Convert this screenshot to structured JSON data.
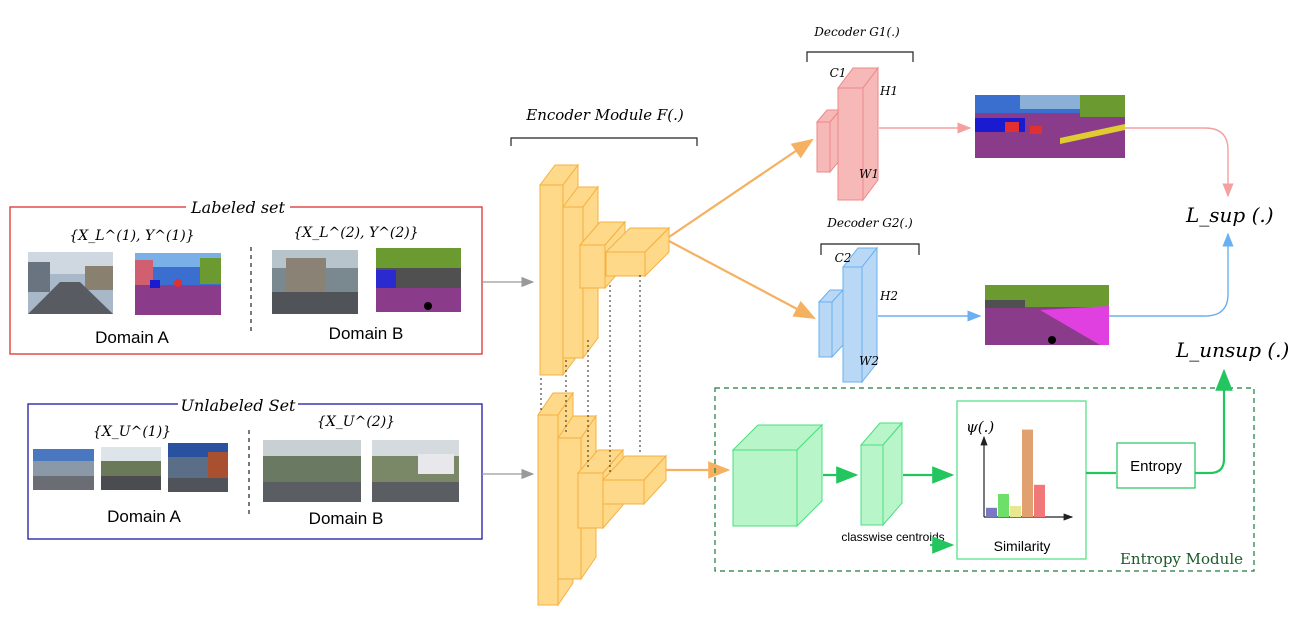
{
  "labeled_set": {
    "title": "Labeled set",
    "set1_label": "{X_L^(1), Y^(1)}",
    "set2_label": "{X_L^(2), Y^(2)}",
    "domain_a": "Domain A",
    "domain_b": "Domain B"
  },
  "unlabeled_set": {
    "title": "Unlabeled Set",
    "set1_label": "{X_U^(1)}",
    "set2_label": "{X_U^(2)}",
    "domain_a": "Domain A",
    "domain_b": "Domain B"
  },
  "encoder": {
    "title": "Encoder Module F(.)"
  },
  "decoder1": {
    "title": "Decoder G1(.)",
    "c": "C1",
    "h": "H1",
    "w": "W1"
  },
  "decoder2": {
    "title": "Decoder G2(.)",
    "c": "C2",
    "h": "H2",
    "w": "W2"
  },
  "losses": {
    "sup": "L_sup (.)",
    "unsup": "L_unsup (.)"
  },
  "entropy_module": {
    "title": "Entropy Module",
    "centroids": "classwise centroids",
    "psi": "ψ(.)",
    "similarity": "Similarity",
    "entropy": "Entropy",
    "bar_values": [
      0.1,
      0.25,
      0.12,
      0.95,
      0.35
    ]
  },
  "colors": {
    "labeled_border": "#e03030",
    "unlabeled_border": "#1a1aa0",
    "encoder": "#ffd98a",
    "decoder1": "#f7b8b8",
    "decoder2": "#b8d8f5",
    "entropy_green": "#22c55e",
    "arrow_orange": "#f5b060",
    "arrow_pink": "#f4a0a0",
    "arrow_blue": "#6ab0f0",
    "arrow_gray": "#999999"
  }
}
